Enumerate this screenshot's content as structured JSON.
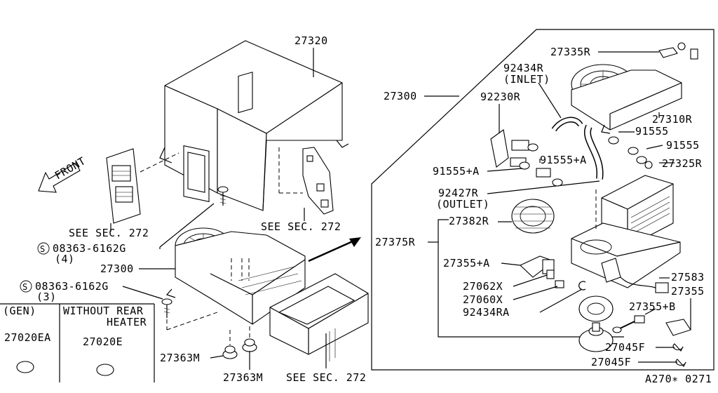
{
  "labels": {
    "p27320": "27320",
    "front": "FRONT",
    "see_sec_272_a": "SEE SEC. 272",
    "see_sec_272_b": "SEE SEC. 272",
    "see_sec_272_c": "SEE SEC. 272",
    "bolt_a": "08363-6162G",
    "bolt_a_qty": "(4)",
    "p27300_left": "27300",
    "bolt_b": "08363-6162G",
    "bolt_b_qty": "(3)",
    "gen": "(GEN)",
    "without_rear": "WITHOUT REAR",
    "heater": "HEATER",
    "p27020ea": "27020EA",
    "p27020e": "27020E",
    "p27363m_a": "27363M",
    "p27363m_b": "27363M",
    "p27300_right": "27300",
    "p27335r": "27335R",
    "p92434r": "92434R",
    "inlet": "(INLET)",
    "p92230r": "92230R",
    "p27310r": "27310R",
    "p91555_a": "91555",
    "p91555_b": "91555",
    "p91555a_left": "91555+A",
    "p91555a_right": "91555+A",
    "p27325r": "27325R",
    "p92427r": "92427R",
    "outlet": "(OUTLET)",
    "p27382r": "27382R",
    "p27375r": "27375R",
    "p27355a": "27355+A",
    "p27062x": "27062X",
    "p27060x": "27060X",
    "p92434ra": "92434RA",
    "p27583": "27583",
    "p27355": "27355",
    "p27355b": "27355+B",
    "p27045f_a": "27045F",
    "p27045f_b": "27045F",
    "footer": "A270∗ 0271"
  }
}
